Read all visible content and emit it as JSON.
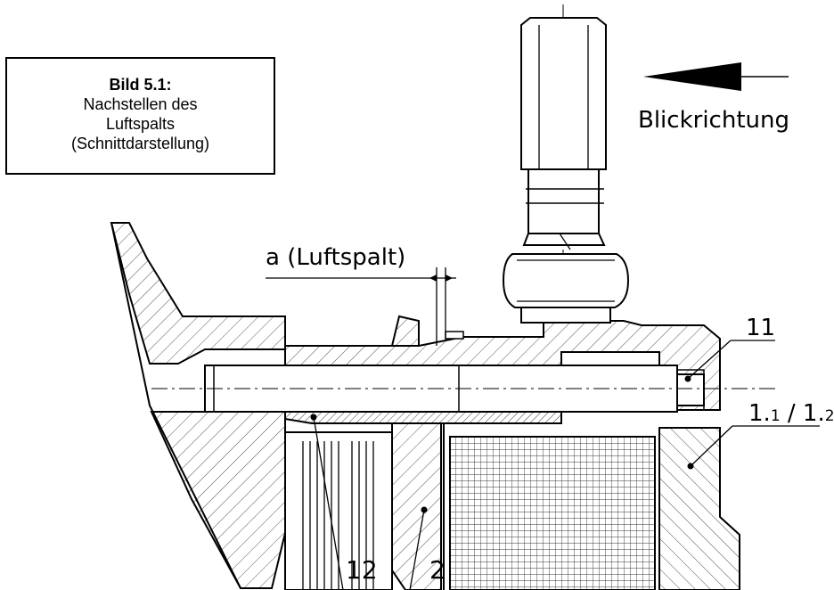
{
  "caption": {
    "title": "Bild 5.1:",
    "lines": [
      "Nachstellen des",
      "Luftspalts",
      "(Schnittdarstellung)"
    ]
  },
  "labels": {
    "view_direction": "Blickrichtung",
    "air_gap": "a (Luftspalt)",
    "part_11": "11",
    "part_1_1_main": "1.",
    "part_1_1_sub": "1",
    "part_1_sep": " / 1.",
    "part_1_2_sub": "2",
    "part_12": "12",
    "part_2": "2"
  }
}
